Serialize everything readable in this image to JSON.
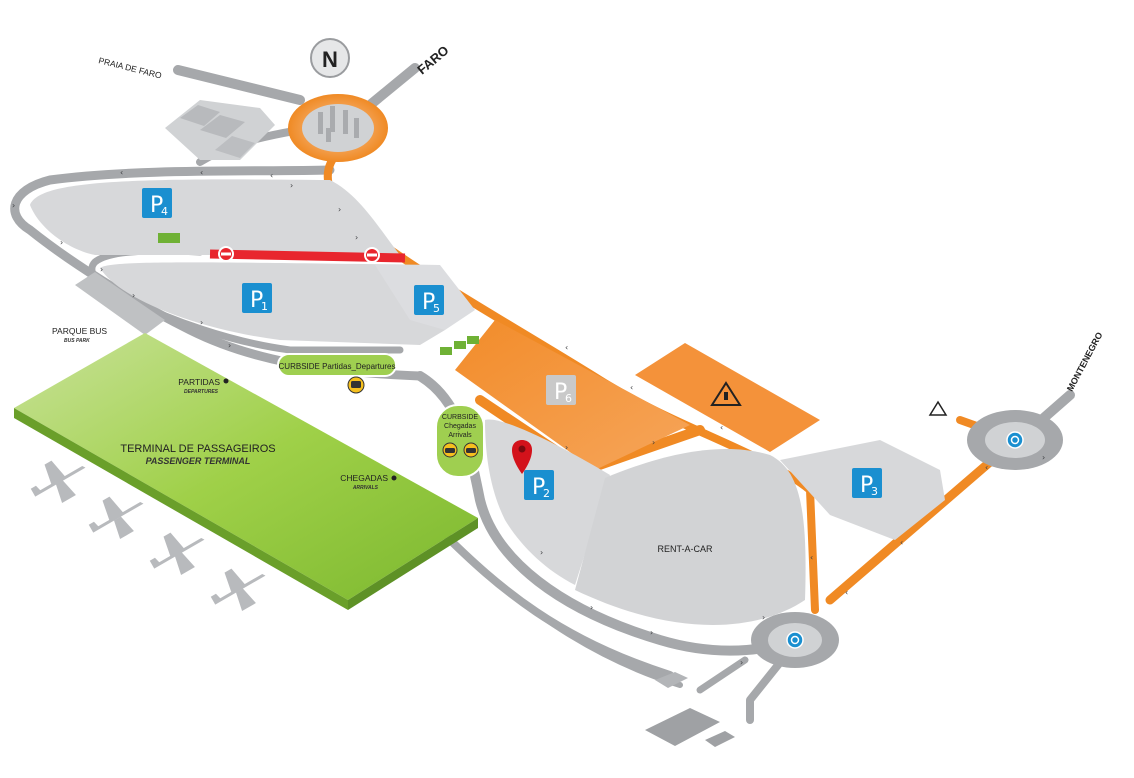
{
  "compass": {
    "letter": "N"
  },
  "roads": {
    "praia_de_faro": "PRAIA DE FARO",
    "faro": "FARO",
    "montenegro": "MONTENEGRO"
  },
  "parking": {
    "p1": {
      "letter": "P",
      "number": "1"
    },
    "p2": {
      "letter": "P",
      "number": "2"
    },
    "p3": {
      "letter": "P",
      "number": "3"
    },
    "p4": {
      "letter": "P",
      "number": "4"
    },
    "p5": {
      "letter": "P",
      "number": "5"
    },
    "p6": {
      "letter": "P",
      "number": "6"
    }
  },
  "bus_park": {
    "label": "PARQUE BUS",
    "sublabel": "BUS PARK"
  },
  "curbside_departures": {
    "label": "CURBSIDE Partidas_Departures"
  },
  "curbside_arrivals": {
    "line1": "CURBSIDE",
    "line2": "Chegadas",
    "line3": "Arrivals"
  },
  "terminal": {
    "title": "TERMINAL DE PASSAGEIROS",
    "subtitle": "PASSENGER TERMINAL",
    "departures": {
      "label": "PARTIDAS",
      "sublabel": "DEPARTURES"
    },
    "arrivals": {
      "label": "CHEGADAS",
      "sublabel": "ARRIVALS"
    }
  },
  "rent_a_car": {
    "label": "RENT-A-CAR"
  },
  "colors": {
    "terminal_green": "#8cc63f",
    "access_orange": "#f08a24",
    "no_entry_red": "#e8262e",
    "parking_blue": "#1a8fd0",
    "road_grey": "#a6a8ab",
    "lot_grey": "#d7d8da"
  },
  "icons": [
    "north-compass-icon",
    "no-entry-icon",
    "bus-icon",
    "taxi-icon",
    "roadworks-icon",
    "roundabout-icon",
    "location-pin-icon",
    "airplane-icon"
  ]
}
